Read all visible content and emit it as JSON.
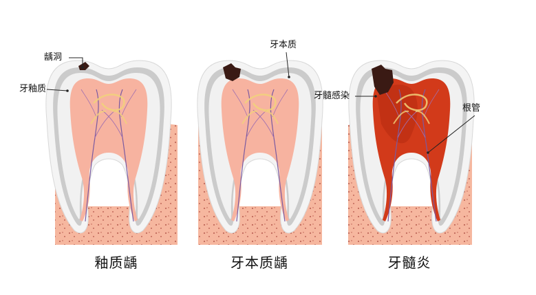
{
  "panels": [
    {
      "caption": "釉质龋"
    },
    {
      "caption": "牙本质龋"
    },
    {
      "caption": "牙髓炎"
    }
  ],
  "labels": {
    "caries": "龋洞",
    "enamel": "牙釉质",
    "dentin": "牙本质",
    "pulp_infection": "牙髓感染",
    "root_canal": "根管"
  },
  "colors": {
    "gum": "#f6b79f",
    "gum_dots": "#c0685a",
    "enamel_outer": "#f4f4f4",
    "dentin_band": "#c9c9c9",
    "pulp": "#f7b3a0",
    "pulp_infected": "#d23a1a",
    "caries": "#3a1a14",
    "nerve": "#7a5aa0"
  }
}
